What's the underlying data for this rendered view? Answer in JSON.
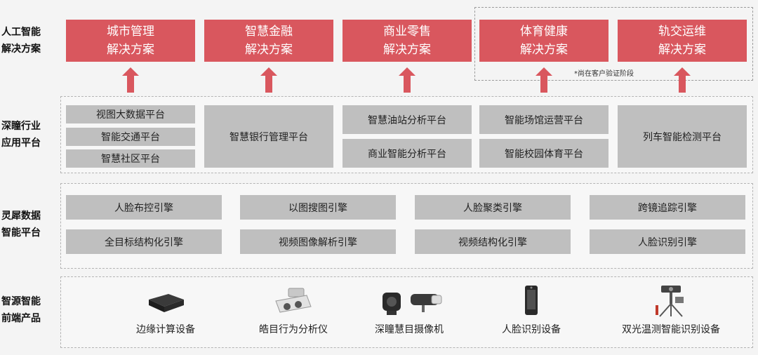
{
  "rows": [
    {
      "lines": [
        "人工智能",
        "解决方案"
      ]
    },
    {
      "lines": [
        "深瞳行业",
        "应用平台"
      ]
    },
    {
      "lines": [
        "灵犀数据",
        "智能平台"
      ]
    },
    {
      "lines": [
        "智源智能",
        "前端产品"
      ]
    }
  ],
  "solutions": [
    {
      "line1": "城市管理",
      "line2": "解决方案"
    },
    {
      "line1": "智慧金融",
      "line2": "解决方案"
    },
    {
      "line1": "商业零售",
      "line2": "解决方案"
    },
    {
      "line1": "体育健康",
      "line2": "解决方案"
    },
    {
      "line1": "轨交运维",
      "line2": "解决方案"
    }
  ],
  "pilot_note": "*尚在客户验证阶段",
  "platforms": {
    "city": [
      "视图大数据平台",
      "智能交通平台",
      "智慧社区平台"
    ],
    "finance": [
      "智慧银行管理平台"
    ],
    "retail": [
      "智慧油站分析平台",
      "商业智能分析平台"
    ],
    "sports": [
      "智能场馆运营平台",
      "智能校园体育平台"
    ],
    "rail": [
      "列车智能检测平台"
    ]
  },
  "engines": [
    [
      "人脸布控引擎",
      "以图搜图引擎",
      "人脸聚类引擎",
      "跨镜追踪引擎"
    ],
    [
      "全目标结构化引擎",
      "视频图像解析引擎",
      "视频结构化引擎",
      "人脸识别引擎"
    ]
  ],
  "devices": [
    {
      "label": "边缘计算设备",
      "icon": "edge-computing-box-icon"
    },
    {
      "label": "皓目行为分析仪",
      "icon": "behavior-analyzer-icon"
    },
    {
      "label": "深瞳慧目摄像机",
      "icon": "camera-icon"
    },
    {
      "label": "人脸识别设备",
      "icon": "face-terminal-icon"
    },
    {
      "label": "双光温测智能识别设备",
      "icon": "thermal-tripod-icon"
    }
  ],
  "colors": {
    "accent": "#d9575e",
    "box": "#bfbfbf"
  }
}
